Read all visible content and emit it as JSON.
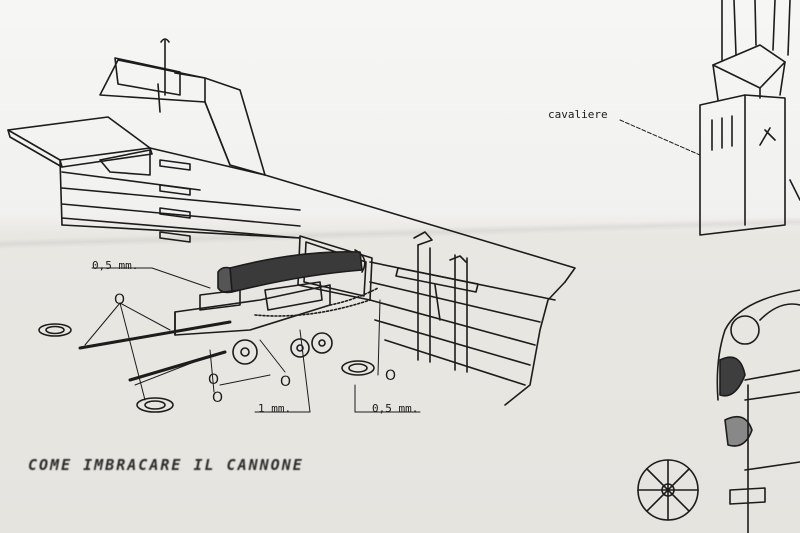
{
  "caption": "COME IMBRACARE IL CANNONE",
  "labels": {
    "cavaliere": "cavaliere",
    "dim_top": "0,5 mm.",
    "dim_bottom_left": "1 mm.",
    "dim_bottom_right": "0,5 mm.",
    "o_marker": "O"
  }
}
